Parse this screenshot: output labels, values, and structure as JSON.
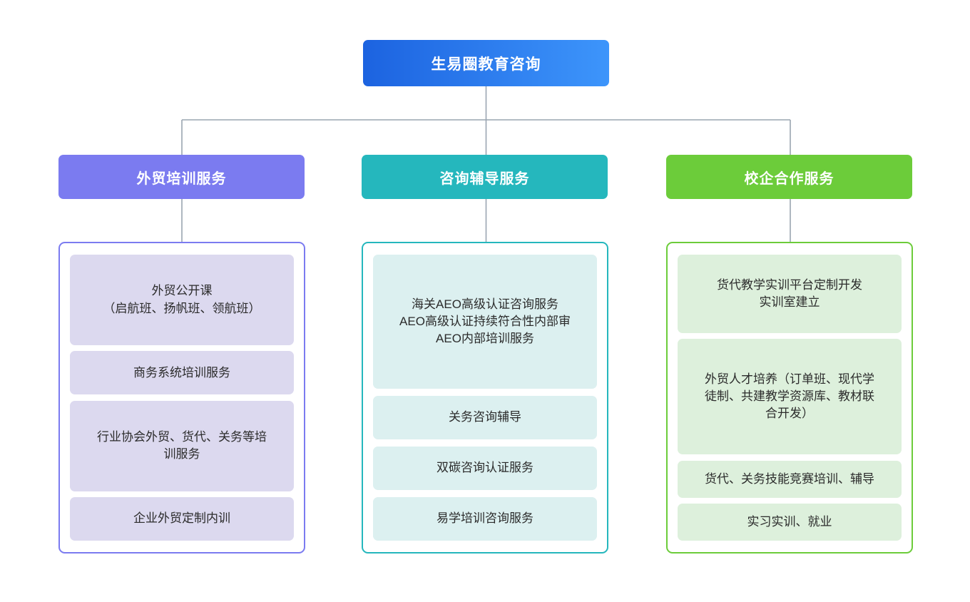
{
  "root": {
    "label": "生易圈教育咨询",
    "gradient_from": "#1c63e0",
    "gradient_to": "#3d95fb"
  },
  "connector_color": "#9aa5b1",
  "branches": [
    {
      "header_label": "外贸培训服务",
      "header_color": "#7b7bf0",
      "border_color": "#7b7bf0",
      "card_color": "#dcd9ef",
      "items": [
        {
          "label": "外贸公开课\n（启航班、扬帆班、领航班）",
          "lines": 2
        },
        {
          "label": "商务系统培训服务",
          "lines": 1
        },
        {
          "label": "行业协会外贸、货代、关务等培\n训服务",
          "lines": 2
        },
        {
          "label": "企业外贸定制内训",
          "lines": 1
        }
      ]
    },
    {
      "header_label": "咨询辅导服务",
      "header_color": "#25b7bd",
      "border_color": "#25b7bd",
      "card_color": "#dcf0f0",
      "items": [
        {
          "label": "海关AEO高级认证咨询服务\nAEO高级认证持续符合性内部审\nAEO内部培训服务",
          "lines": 3
        },
        {
          "label": "关务咨询辅导",
          "lines": 1
        },
        {
          "label": "双碳咨询认证服务",
          "lines": 1
        },
        {
          "label": "易学培训咨询服务",
          "lines": 1
        }
      ]
    },
    {
      "header_label": "校企合作服务",
      "header_color": "#6ccc3a",
      "border_color": "#6ccc3a",
      "card_color": "#ddf0dc",
      "items": [
        {
          "label": "货代教学实训平台定制开发\n实训室建立",
          "lines": 2
        },
        {
          "label": "外贸人才培养（订单班、现代学\n徒制、共建教学资源库、教材联\n合开发）",
          "lines": 3
        },
        {
          "label": "货代、关务技能竞赛培训、辅导",
          "lines": 1
        },
        {
          "label": "实习实训、就业",
          "lines": 1
        }
      ]
    }
  ]
}
